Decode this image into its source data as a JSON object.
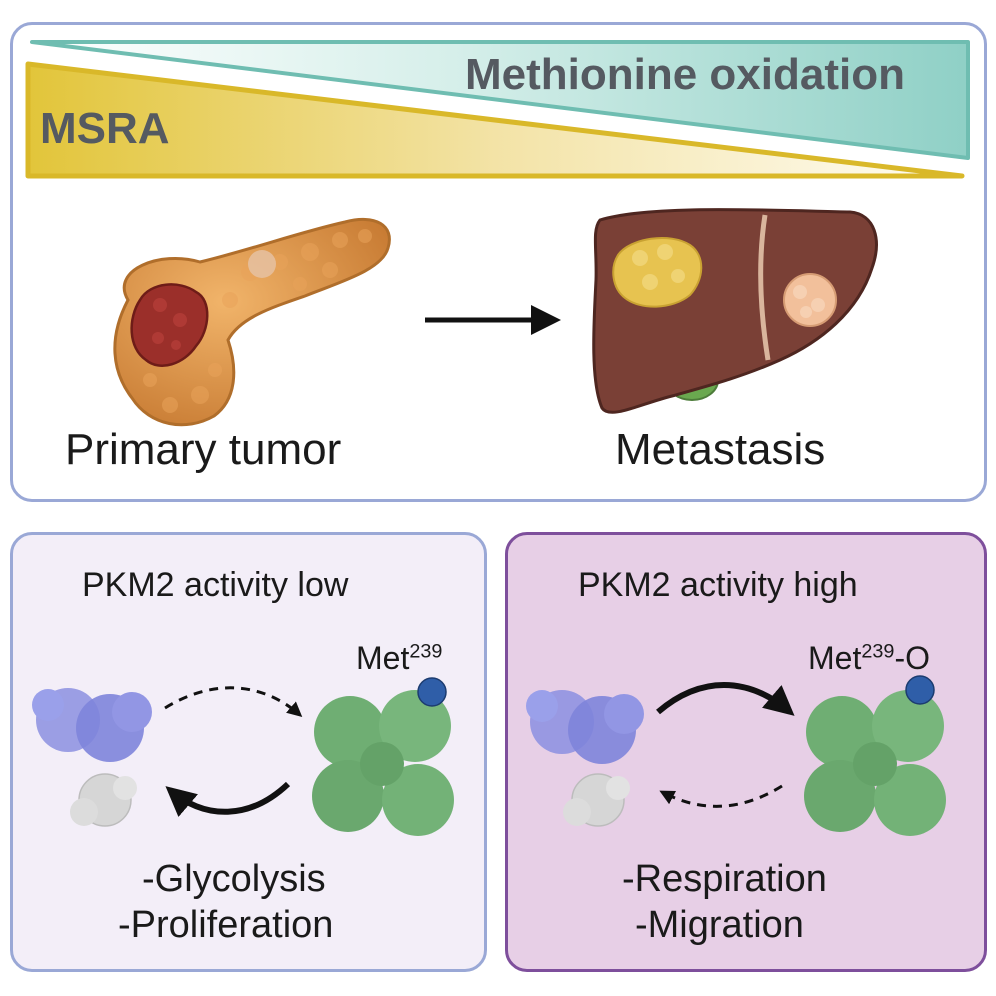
{
  "gradient": {
    "oxidation_label": "Methionine oxidation",
    "msra_label": "MSRA",
    "colors": {
      "oxidation": "#8fd0c6",
      "msra": "#e0c438"
    }
  },
  "organs": {
    "primary_label": "Primary tumor",
    "metastasis_label": "Metastasis"
  },
  "left_panel": {
    "title": "PKM2 activity low",
    "site_label": "Met",
    "site_sup": "239",
    "outcomes": [
      "-Glycolysis",
      "-Proliferation"
    ]
  },
  "right_panel": {
    "title": "PKM2 activity high",
    "site_label": "Met",
    "site_sup": "239",
    "site_suffix": "-O",
    "outcomes": [
      "-Respiration",
      "-Migration"
    ]
  },
  "colors": {
    "left_border": "#9aa8d6",
    "right_border": "#7e4f9c",
    "tetramer": "#6fae73",
    "dimer": "#8b8fe0",
    "monomer": "#d6d6d6",
    "met_site": "#2f5ea8"
  }
}
